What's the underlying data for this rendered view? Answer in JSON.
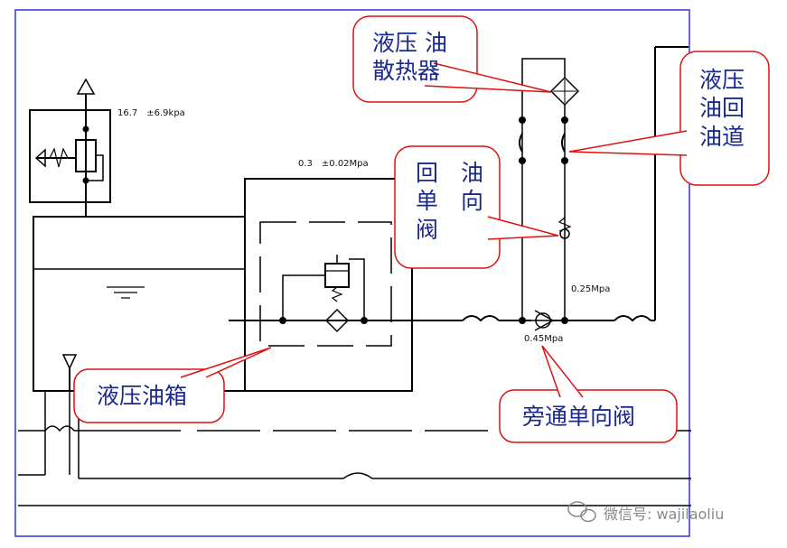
{
  "labels": {
    "cooler": "液压 油\n散热器",
    "return_line": "液压\n油回\n油道",
    "return_check_valve": "回　油\n单　向\n阀",
    "tank": "液压油箱",
    "bypass_check_valve": "旁通单向阀"
  },
  "annotations": {
    "relief_setting": "16.7　±6.9kpa",
    "filter_setting": "0.3　±0.02Mpa",
    "return_check_pressure": "0.25Mpa",
    "bypass_pressure": "0.45Mpa"
  },
  "watermark": "微信号: wajilaoliu",
  "colors": {
    "frame": "#3333cc",
    "callout": "#dd1111",
    "callout_text": "#1a2a8c",
    "lines": "#000000"
  },
  "icons": {
    "watermark_logo": "wechat-icon"
  }
}
